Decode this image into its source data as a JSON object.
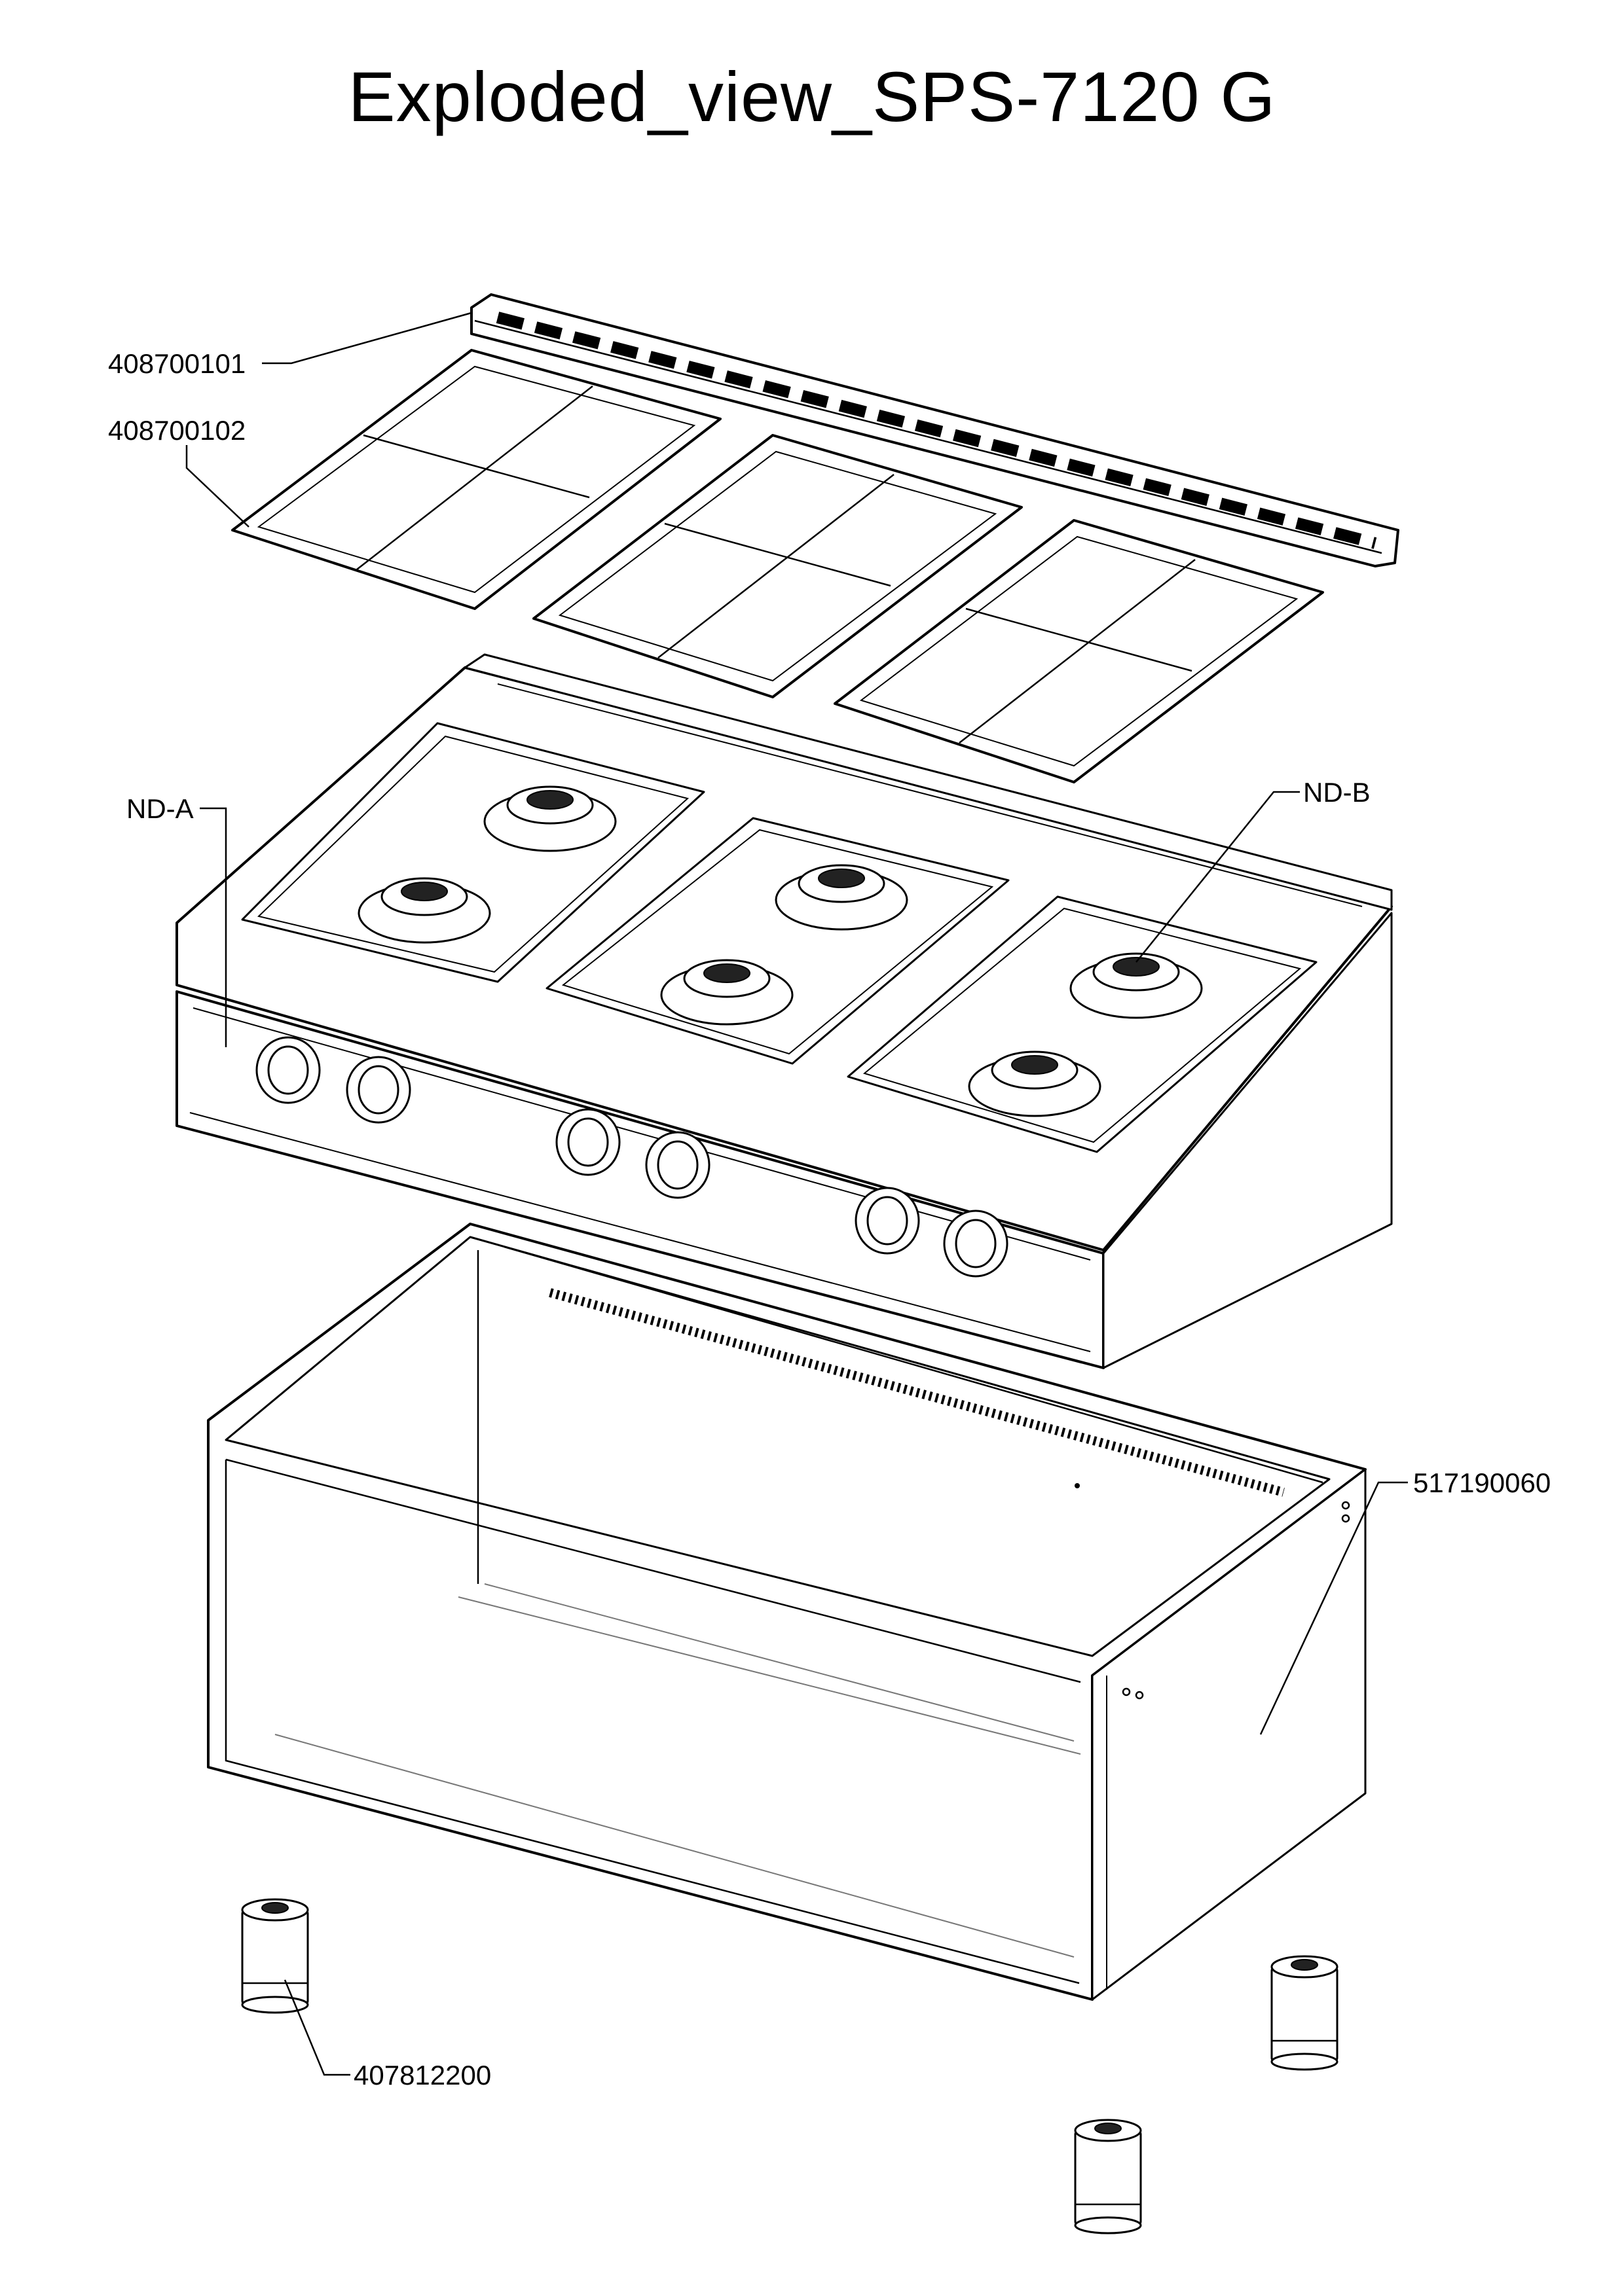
{
  "title": "Exploded_view_SPS-7120 G",
  "labels": {
    "trim_bar": "408700101",
    "pan_support": "408700102",
    "burner_a": "ND-A",
    "burner_b": "ND-B",
    "base_cabinet": "517190060",
    "adjustable_foot": "407812200"
  }
}
